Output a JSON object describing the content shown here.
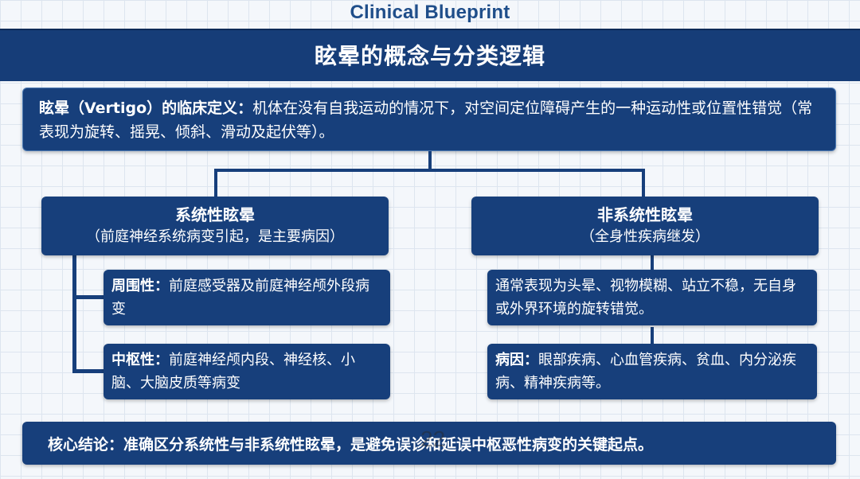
{
  "brand": "Clinical Blueprint",
  "title": "眩晕的概念与分类逻辑",
  "definition": {
    "label": "眩晕（Vertigo）的临床定义：",
    "text": "机体在没有自我运动的情况下，对空间定位障碍产生的一种运动性或位置性错觉（常表现为旋转、摇晃、倾斜、滑动及起伏等）。"
  },
  "systemic": {
    "title": "系统性眩晕",
    "subtitle": "（前庭神经系统病变引起，是主要病因）",
    "peripheral": {
      "label": "周围性：",
      "text": "前庭感受器及前庭神经颅外段病变"
    },
    "central": {
      "label": "中枢性：",
      "text": "前庭神经颅内段、神经核、小脑、大脑皮质等病变"
    }
  },
  "non_systemic": {
    "title": "非系统性眩晕",
    "subtitle": "（全身性疾病继发）",
    "manifestation": "通常表现为头晕、视物模糊、站立不稳，无自身或外界环境的旋转错觉。",
    "cause": {
      "label": "病因：",
      "text": "眼部疾病、心血管疾病、贫血、内分泌疾病、精神疾病等。"
    }
  },
  "conclusion": "核心结论：准确区分系统性与非系统性眩晕，是避免误诊和延误中枢恶性病变的关键起点。",
  "page_number": "22"
}
